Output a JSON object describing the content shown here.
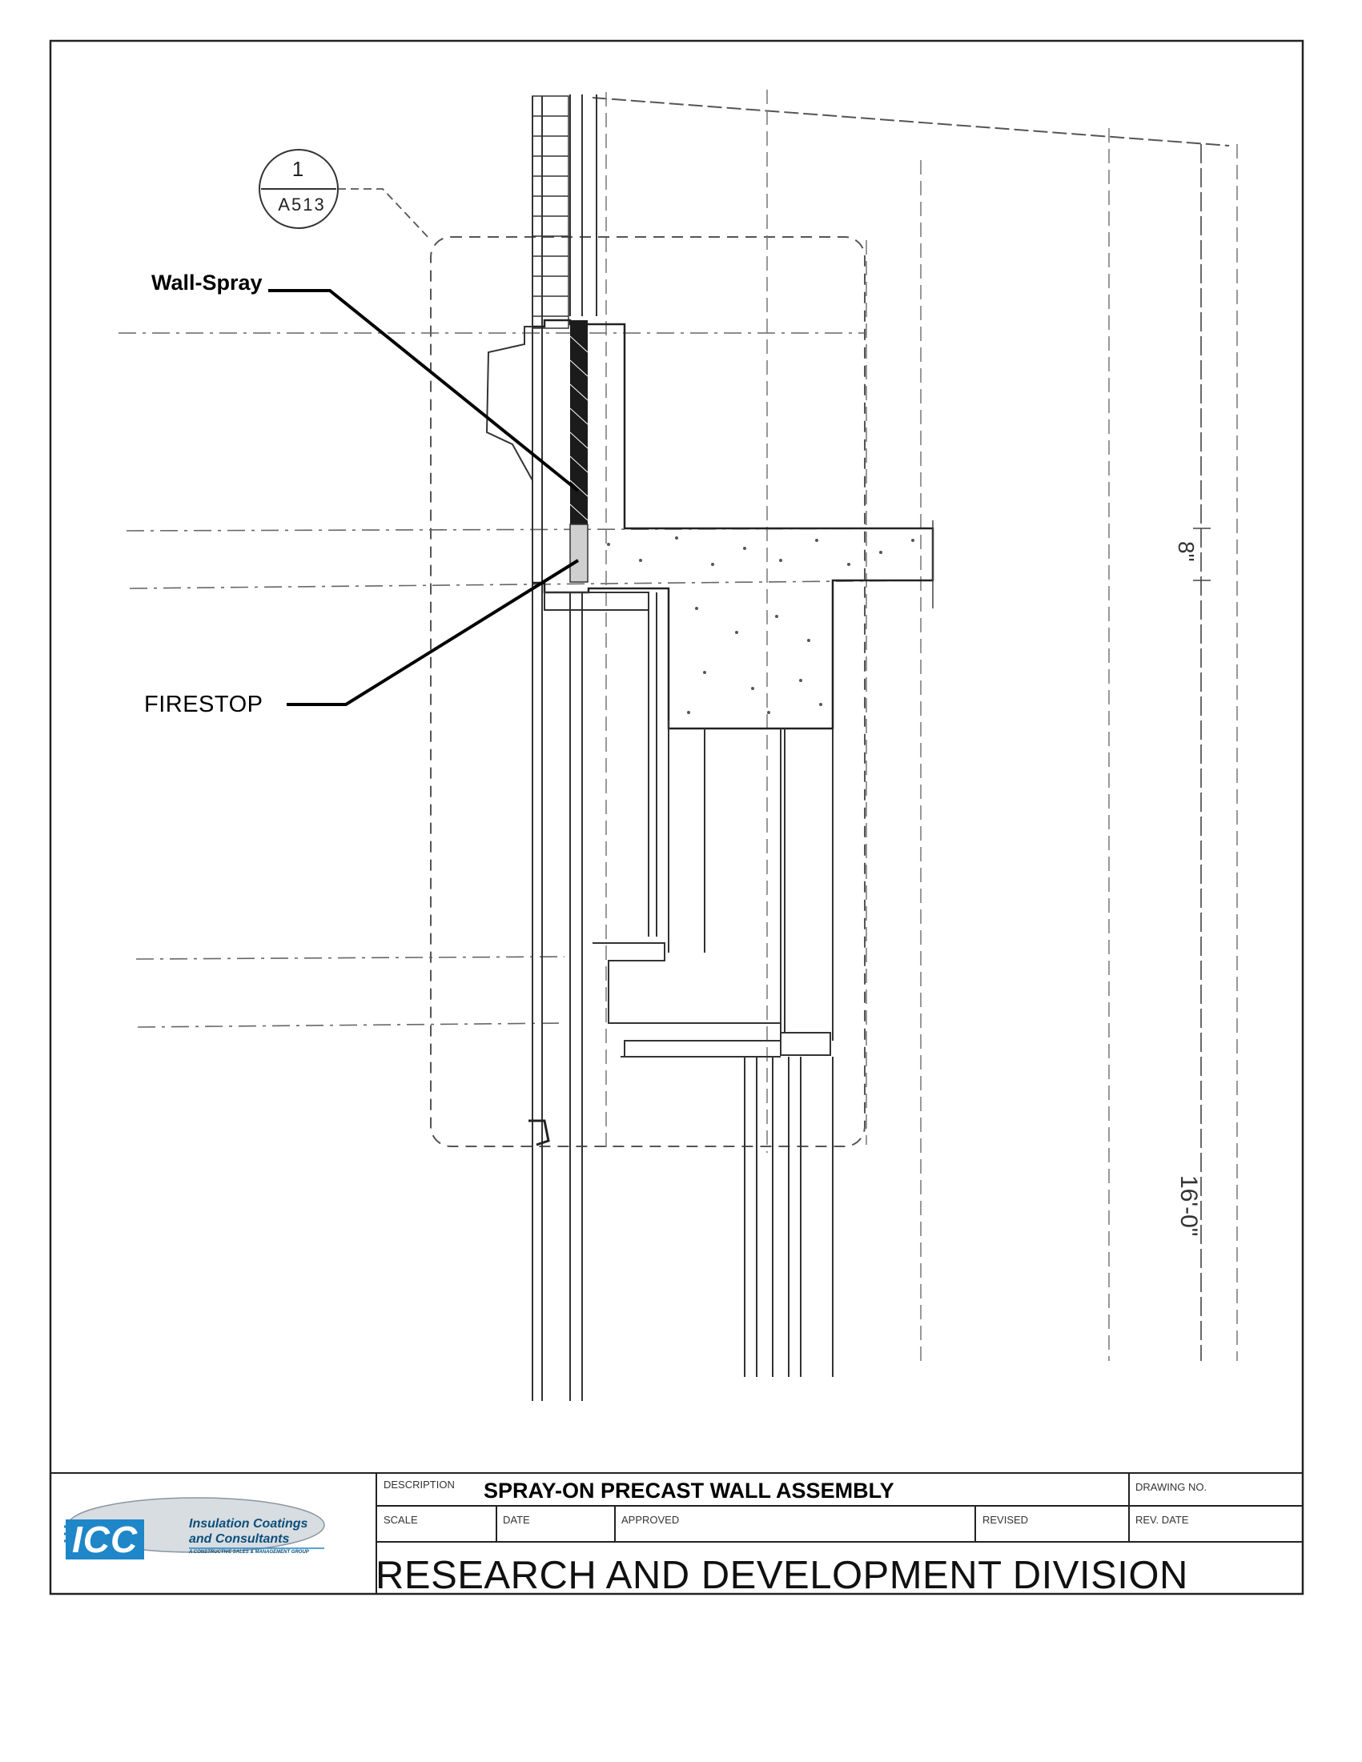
{
  "detail_tag": {
    "number": "1",
    "sheet": "A513"
  },
  "callouts": {
    "wall_spray": "Wall-Spray",
    "firestop": "FIRESTOP"
  },
  "dimensions": {
    "slab": "8\"",
    "floor": "16'-0\""
  },
  "title_block": {
    "description_label": "DESCRIPTION",
    "description": "SPRAY-ON PRECAST WALL ASSEMBLY",
    "drawing_no_label": "DRAWING NO.",
    "scale_label": "SCALE",
    "date_label": "DATE",
    "approved_label": "APPROVED",
    "revised_label": "REVISED",
    "rev_date_label": "REV. DATE",
    "division": "RESEARCH AND DEVELOPMENT DIVISION"
  },
  "logo": {
    "mark": "ICC",
    "line1": "Insulation Coatings",
    "line2": "and Consultants",
    "line3": "A CONSTRUCTIVE SALES & MANAGEMENT GROUP",
    "color": "#1f86c8"
  },
  "colors": {
    "line": "#222222",
    "sketch": "#555555",
    "accent": "#1f86c8"
  }
}
